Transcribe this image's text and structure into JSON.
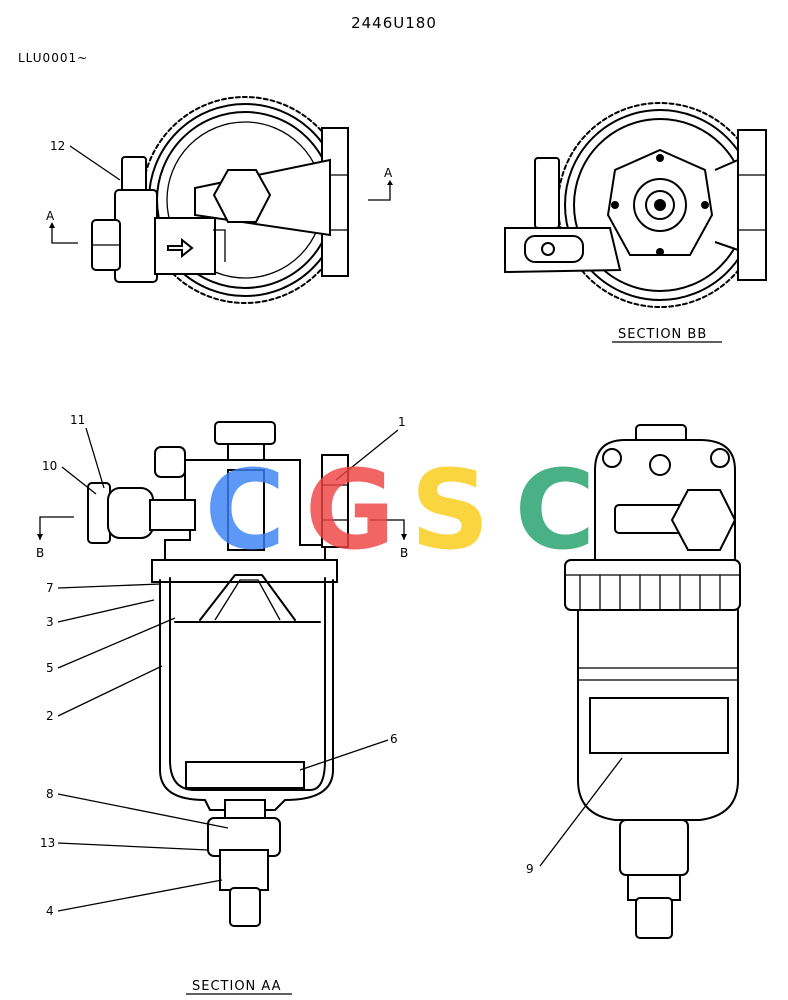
{
  "header": {
    "drawing_number": "2446U180",
    "serial_range": "LLU0001~"
  },
  "views": {
    "section_bb": "SECTION BB",
    "section_aa": "SECTION AA"
  },
  "section_markers": {
    "a_upper": "A",
    "a_left": "A",
    "b_left": "B",
    "b_right": "B"
  },
  "callouts": [
    "1",
    "2",
    "3",
    "4",
    "5",
    "6",
    "7",
    "8",
    "9",
    "10",
    "11",
    "12",
    "13"
  ],
  "watermark": {
    "letters": [
      "C",
      "G",
      "S",
      "C"
    ],
    "colors": [
      "#3b82f6",
      "#ef4444",
      "#facc15",
      "#22a06b"
    ]
  }
}
